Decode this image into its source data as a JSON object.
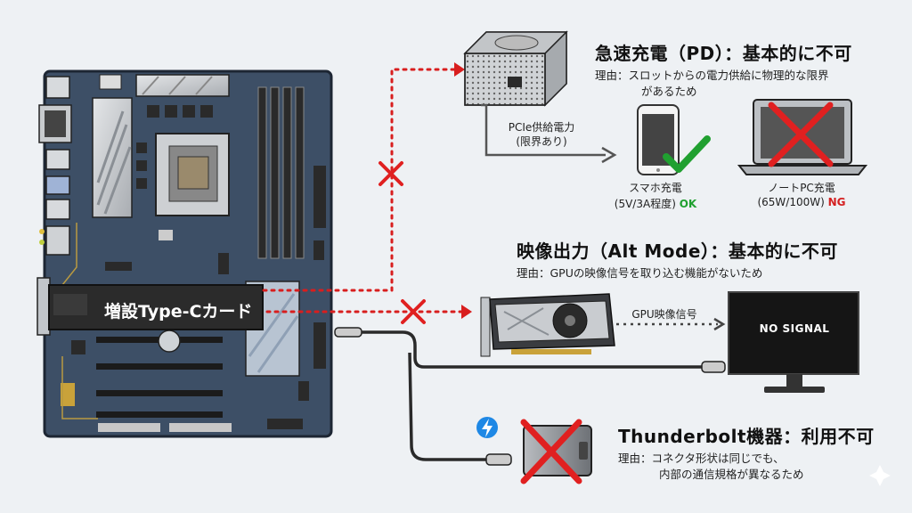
{
  "card_label": "増設Type-Cカード",
  "charging": {
    "title": "急速充電（PD）：基本的に不可",
    "reason_line1": "理由：スロットからの電力供給に物理的な限界",
    "reason_line2": "があるため",
    "psu_label_line1": "PCIe供給電力",
    "psu_label_line2": "(限界あり)",
    "phone_caption_line1": "スマホ充電",
    "phone_caption_line2": "(5V/3A程度)",
    "phone_status": "OK",
    "laptop_caption_line1": "ノートPC充電",
    "laptop_caption_line2": "(65W/100W)",
    "laptop_status": "NG"
  },
  "video": {
    "title": "映像出力（Alt Mode）：基本的に不可",
    "reason": "理由：GPUの映像信号を取り込む機能がないため",
    "signal_label": "GPU映像信号",
    "monitor_text": "NO SIGNAL"
  },
  "thunderbolt": {
    "title": "Thunderbolt機器：利用不可",
    "reason_line1": "理由：コネクタ形状は同じでも、",
    "reason_line2": "内部の通信規格が異なるため"
  },
  "colors": {
    "background": "#eef1f4",
    "motherboard": "#3d4f66",
    "dotted_red": "#d81e1e",
    "cross_red": "#e02020",
    "ok_green": "#20a030",
    "card_dark": "#2b2b2b"
  }
}
